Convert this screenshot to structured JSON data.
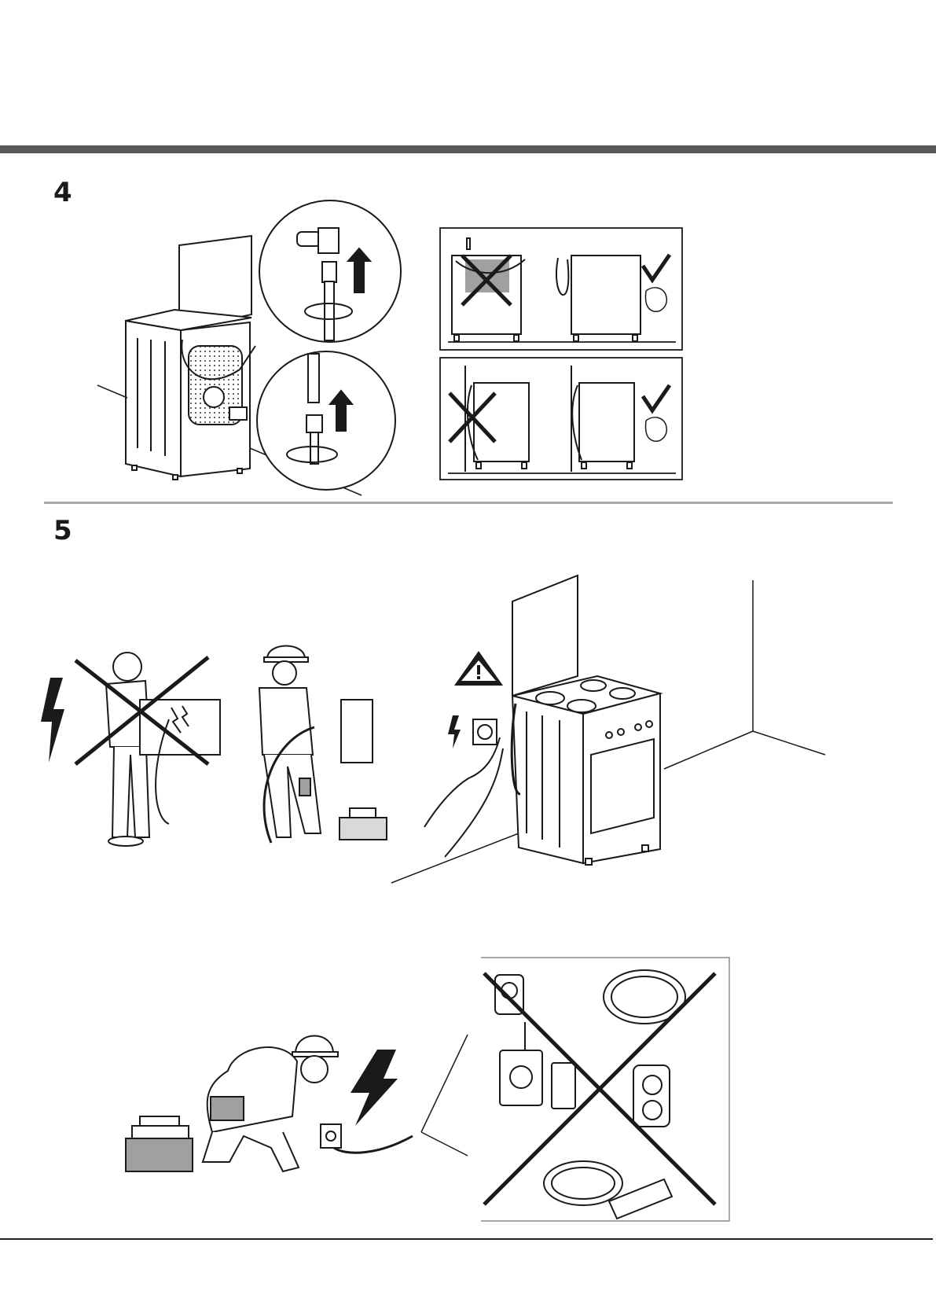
{
  "sections": [
    {
      "step": "4"
    },
    {
      "step": "5"
    }
  ],
  "colors": {
    "top_bar": "#58585a",
    "divider": "#a7a9ab",
    "bottom_rule": "#231f20",
    "ink": "#1a1a1a",
    "shade": "#a0a0a0"
  },
  "icons": [
    "gas-stove-rear-illustration",
    "tap-connection-detail-icon",
    "hose-nut-detail-icon",
    "hose-heat-wrong-icon",
    "hose-correct-icon",
    "hose-against-wall-wrong-icon",
    "hose-free-correct-icon",
    "electric-hazard-icon",
    "warning-triangle-icon",
    "power-socket-icon",
    "multi-socket-adapter-icon"
  ]
}
